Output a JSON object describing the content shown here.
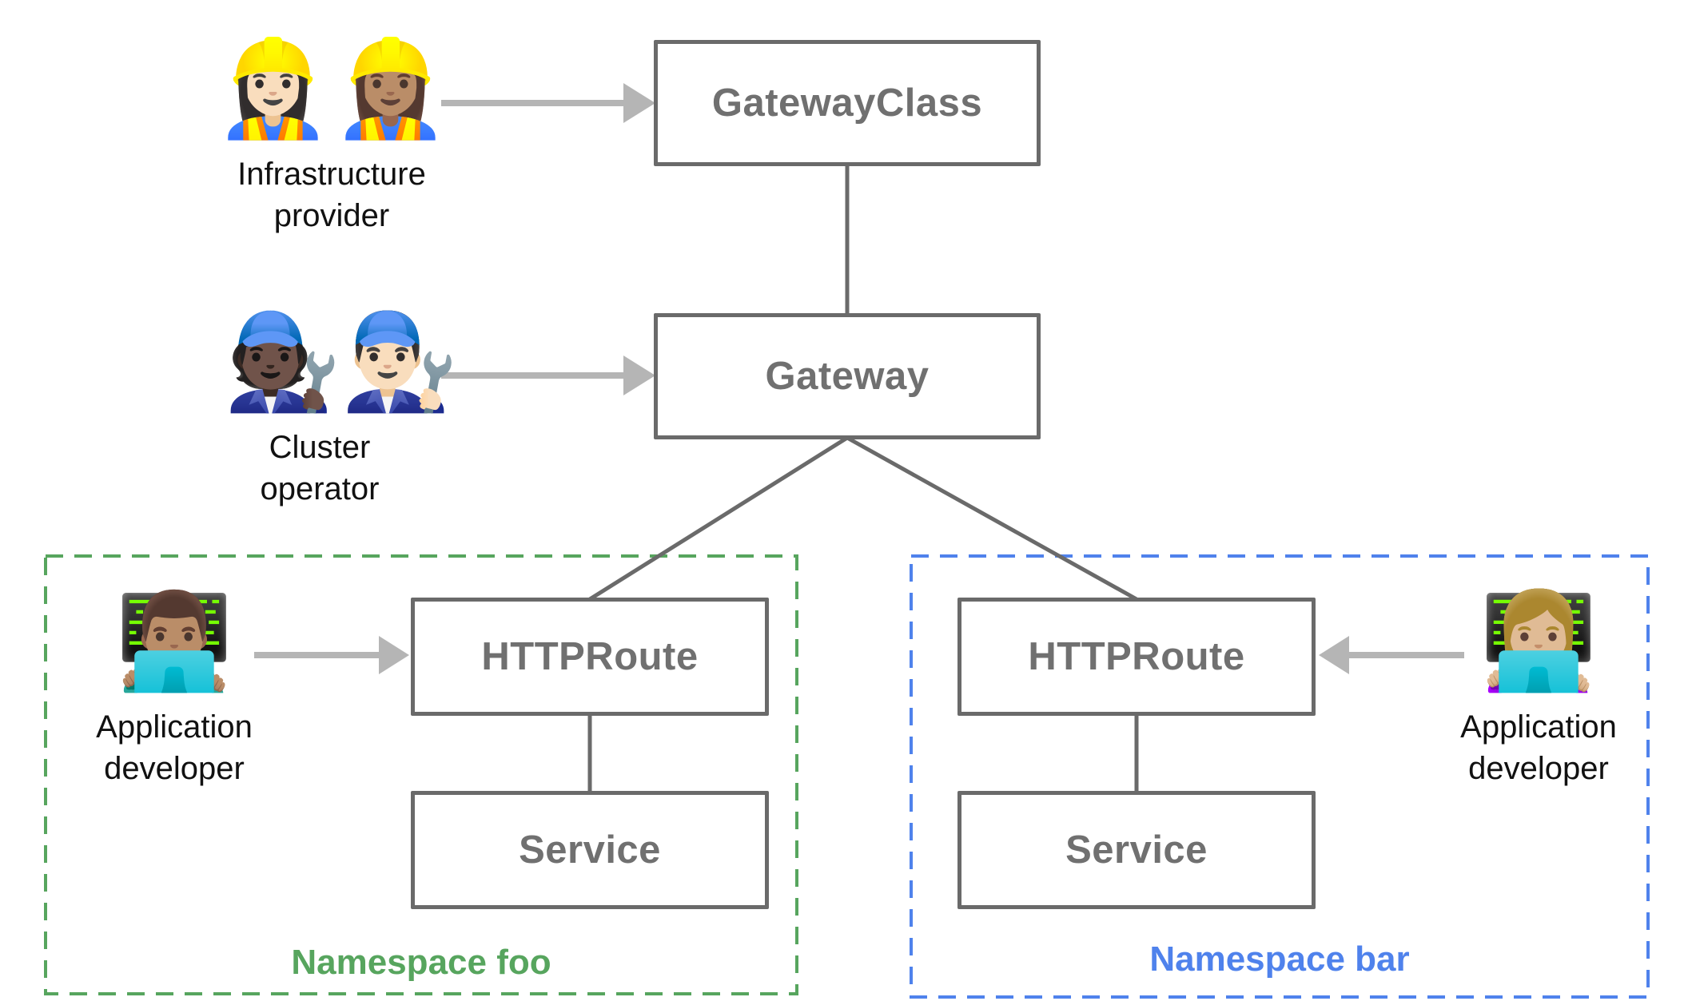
{
  "nodes": {
    "gateway_class": "GatewayClass",
    "gateway": "Gateway",
    "httproute_foo": "HTTPRoute",
    "service_foo": "Service",
    "httproute_bar": "HTTPRoute",
    "service_bar": "Service"
  },
  "namespaces": {
    "foo": {
      "label": "Namespace foo",
      "color": "#57a55e"
    },
    "bar": {
      "label": "Namespace bar",
      "color": "#4f82ec"
    }
  },
  "personas": {
    "infrastructure_provider": {
      "emoji": "👷🏻‍♀️👷🏽‍♀️",
      "label": "Infrastructure provider"
    },
    "cluster_operator": {
      "emoji": "🧑🏿‍🔧👨🏻‍🔧",
      "label": "Cluster operator"
    },
    "app_developer_foo": {
      "emoji": "👨🏽‍💻",
      "label": "Application developer"
    },
    "app_developer_bar": {
      "emoji": "👩🏼‍💻",
      "label": "Application developer"
    }
  },
  "colors": {
    "node_border": "#6a6a6a",
    "node_text": "#707070",
    "edge": "#6a6a6a",
    "arrow": "#b5b5b5",
    "persona_text": "#111111"
  }
}
